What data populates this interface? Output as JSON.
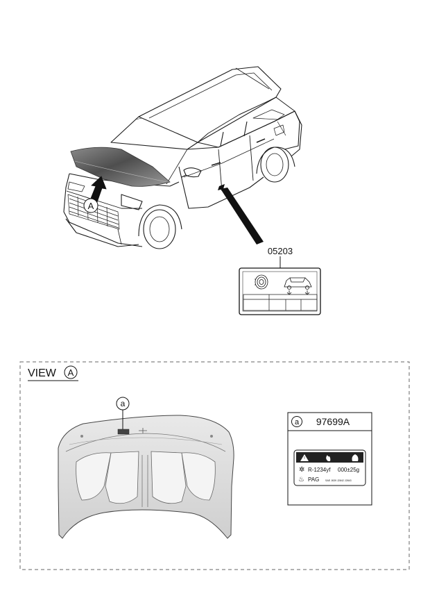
{
  "callouts": {
    "view_letter": "A",
    "part_label_emission": "05203",
    "view_title": "VIEW",
    "sub_letter": "a"
  },
  "refrigerant_label": {
    "key_letter": "a",
    "part_number": "97699A",
    "refrigerant_text": "R-1234yf",
    "charge_text": "000±25g",
    "oil_text": "PAG",
    "fine_print": "SAE J639 J2842 J2843"
  },
  "colors": {
    "line": "#1a1a1a",
    "hood_dark": "#5c5c5c",
    "hood_light": "#d8d8d8",
    "dash_border": "#666666"
  }
}
